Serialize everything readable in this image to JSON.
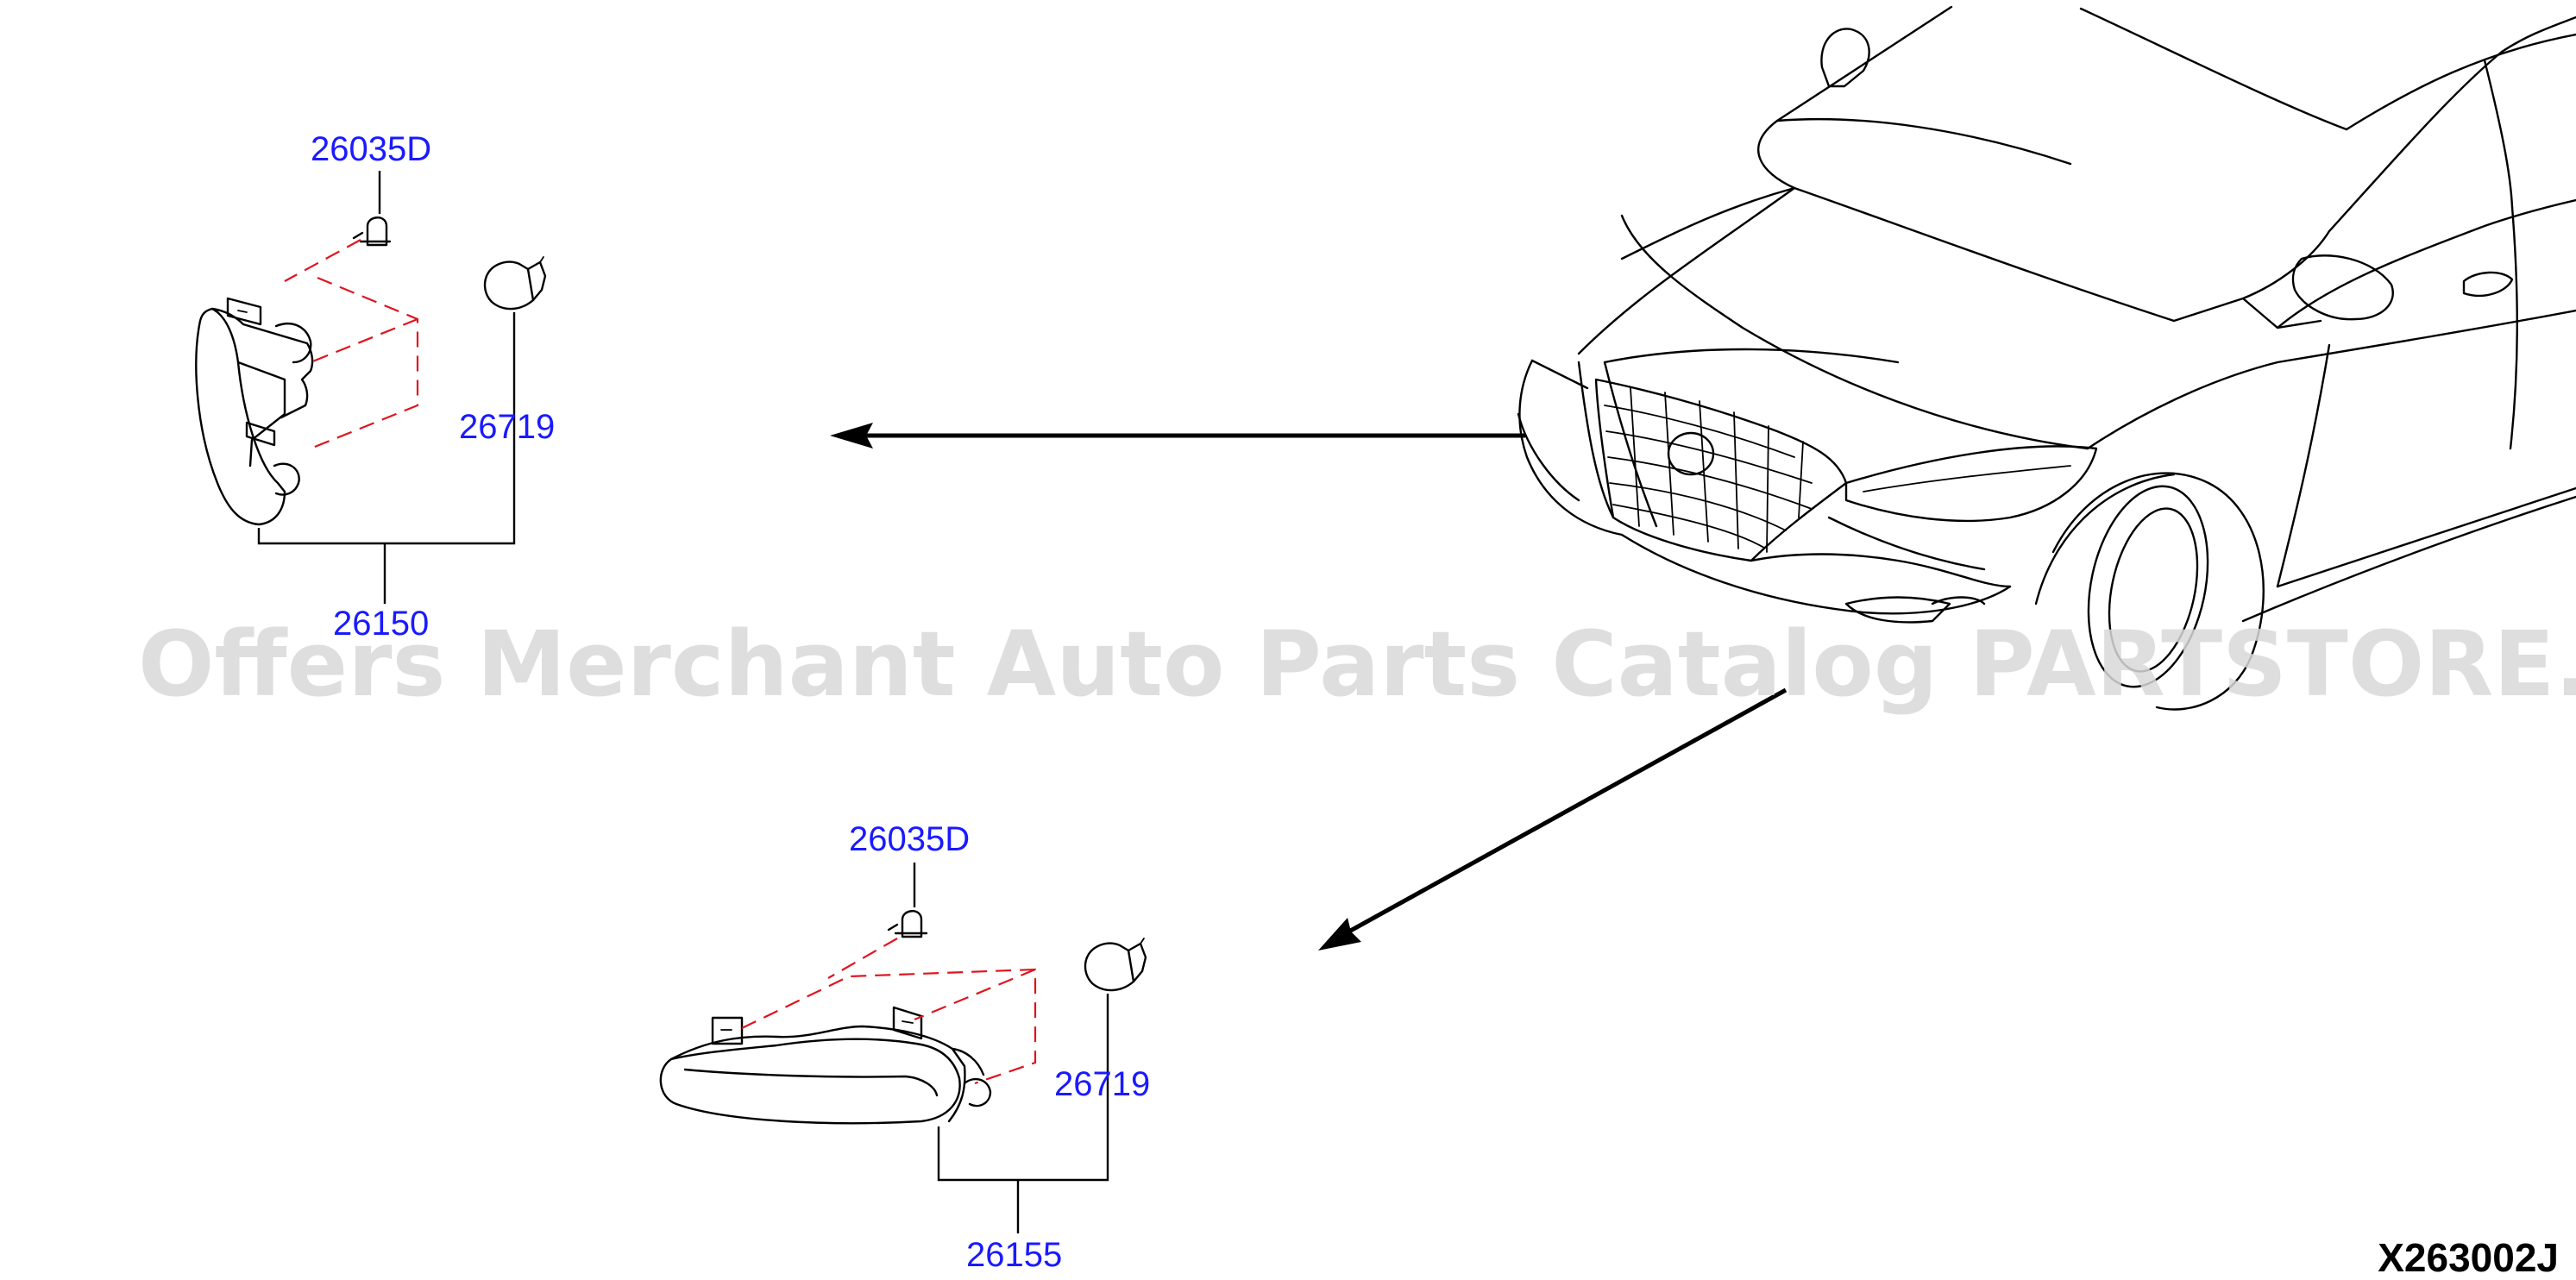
{
  "diagram": {
    "code": "X263002J",
    "watermark": "Offers Merchant Auto Parts Catalog PARTSTORE.SA",
    "upper_assembly": {
      "screw": "26035D",
      "bulb": "26719",
      "lamp_assembly": "26150"
    },
    "lower_assembly": {
      "screw": "26035D",
      "bulb": "26719",
      "lamp_assembly": "26155"
    }
  }
}
